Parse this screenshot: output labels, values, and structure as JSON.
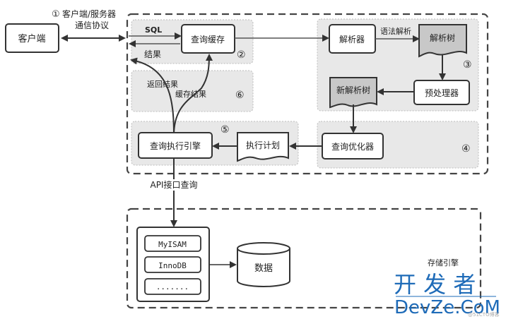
{
  "client": {
    "label": "客户端"
  },
  "protocol": {
    "num": "①",
    "line1": "客户端/服务器",
    "line2": "通信协议"
  },
  "cache_zone": {
    "num": "②",
    "box": "查询缓存",
    "sql": "SQL",
    "result": "结果"
  },
  "parse_zone": {
    "num": "③",
    "parser": "解析器",
    "syntax": "语法解析",
    "parse_tree": "解析树",
    "preprocessor": "预处理器",
    "new_tree": "新解析树"
  },
  "optimizer_zone": {
    "num": "④",
    "optimizer": "查询优化器"
  },
  "exec_zone": {
    "num": "⑤",
    "engine": "查询执行引擎",
    "plan": "执行计划"
  },
  "return_zone": {
    "num": "⑥",
    "return_result": "返回结果",
    "cache_result": "缓存结果"
  },
  "api": {
    "label": "API接口查询"
  },
  "storage": {
    "title": "存储引擎",
    "engines": [
      "MyISAM",
      "InnoDB",
      "......."
    ],
    "data": "数据"
  },
  "watermark": {
    "cn": "开 发 者",
    "en": "DevZe.CoM",
    "small": "@51CTO博客"
  }
}
